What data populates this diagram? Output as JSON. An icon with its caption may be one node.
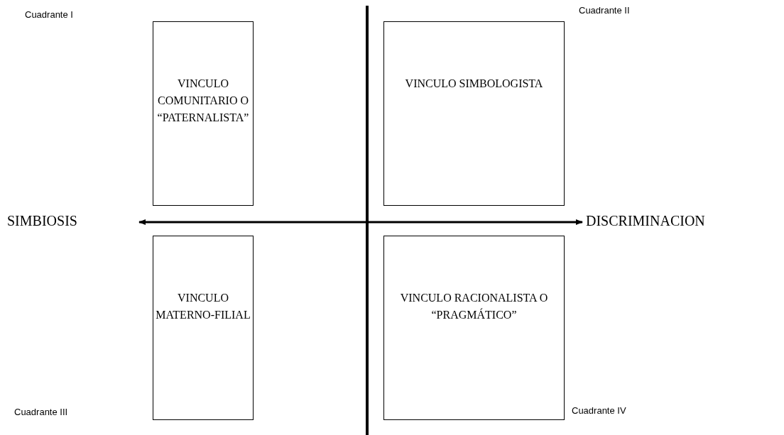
{
  "diagram": {
    "nodes": [
      {
        "text": [
          "VINCULO COMUNITARIO O “PATERNALISTA”"
        ]
      },
      {
        "text": [
          "VINCULO SIMBOLOGISTA"
        ]
      },
      {
        "text": [
          "VINCULO MATERNO-FILIAL"
        ]
      },
      {
        "text": [
          "VINCULO RACIONALISTA O “PRAGMÁTICO”"
        ]
      }
    ],
    "edges": [],
    "labels": [
      "Cuadrante I",
      "Cuadrante II",
      "SIMBIOSIS",
      "DISCRIMINACION",
      "Cuadrante III",
      "Cuadrante IV"
    ]
  }
}
